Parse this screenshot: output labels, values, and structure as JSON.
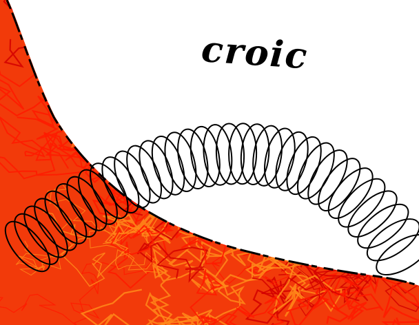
{
  "artwork": {
    "title_text": "croic",
    "colors": {
      "background": "#ffffff",
      "scribble_red": "#ff1a00",
      "scribble_orange": "#ff8a1a",
      "scribble_dark_red": "#d40000",
      "edge_black": "#000000",
      "coil_stroke": "#000000"
    },
    "elements": [
      "scribbled-hill",
      "coil-spring",
      "handwritten-title"
    ]
  }
}
